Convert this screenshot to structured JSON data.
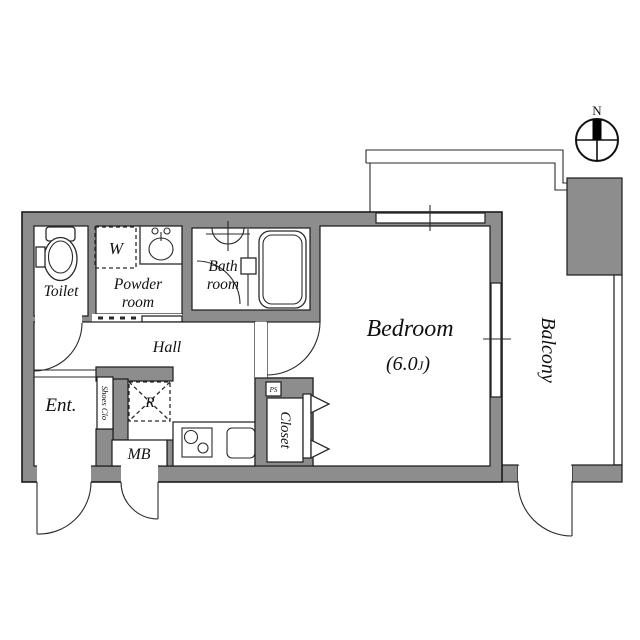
{
  "plan": {
    "compass": {
      "north_label": "N"
    },
    "rooms": {
      "toilet": {
        "label": "Toilet"
      },
      "washer": {
        "label": "W"
      },
      "powder": {
        "line1": "Powder",
        "line2": "room"
      },
      "bath": {
        "line1": "Bath",
        "line2": "room"
      },
      "hall": {
        "label": "Hall"
      },
      "entrance": {
        "label": "Ent."
      },
      "shoes_closet": {
        "label": "Shoes Clo"
      },
      "refrigerator": {
        "label": "R"
      },
      "meter_box": {
        "label": "MB"
      },
      "pipe_space": {
        "label": "PS"
      },
      "closet": {
        "label": "Closet"
      },
      "bedroom": {
        "label": "Bedroom",
        "size_open": "(6.0",
        "size_unit": "J",
        "size_close": ")"
      },
      "balcony": {
        "label": "Balcony"
      }
    },
    "colors": {
      "wall": "#8d8d8d",
      "line": "#1c1c1c",
      "floor": "#ffffff",
      "needle": "#000000"
    }
  }
}
